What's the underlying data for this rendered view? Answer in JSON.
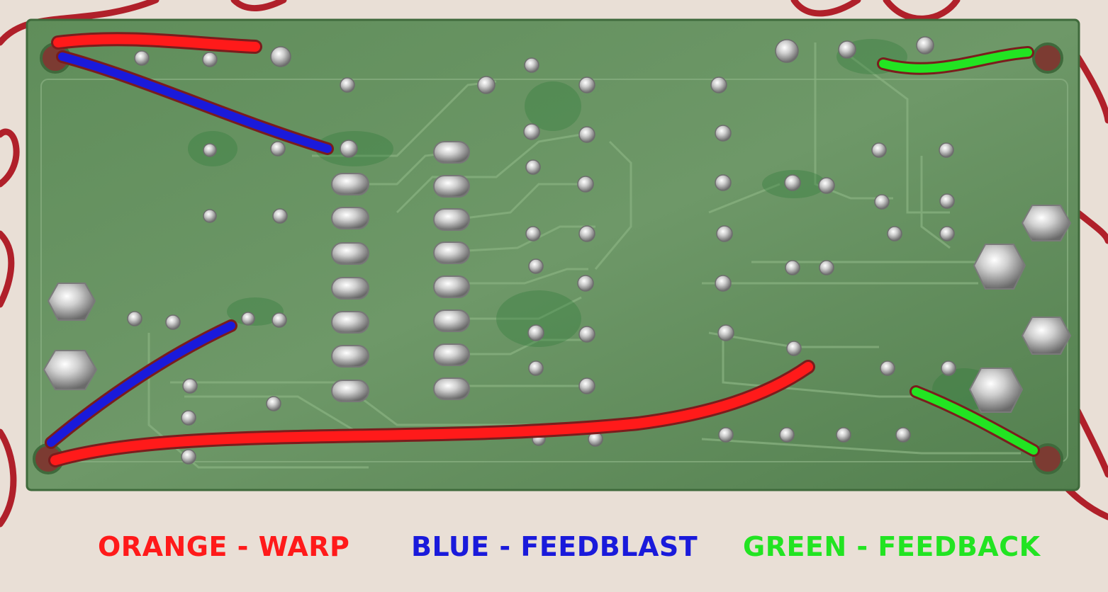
{
  "legend": {
    "orange": {
      "text": "ORANGE - WARP",
      "color": "#ff1a1a"
    },
    "blue": {
      "text": "BLUE - FEEDBLAST",
      "color": "#1a1adb"
    },
    "green": {
      "text": "GREEN - FEEDBACK",
      "color": "#22e422"
    }
  },
  "colors": {
    "background": "#e9dfd6",
    "board": "#5d8a58",
    "trace": "#6f9b69",
    "solder": "#c8c8c8",
    "wire_red": "#ff1a1a",
    "wire_blue": "#1a1adb",
    "wire_green": "#22e422",
    "loose_wire": "#b0202a"
  }
}
